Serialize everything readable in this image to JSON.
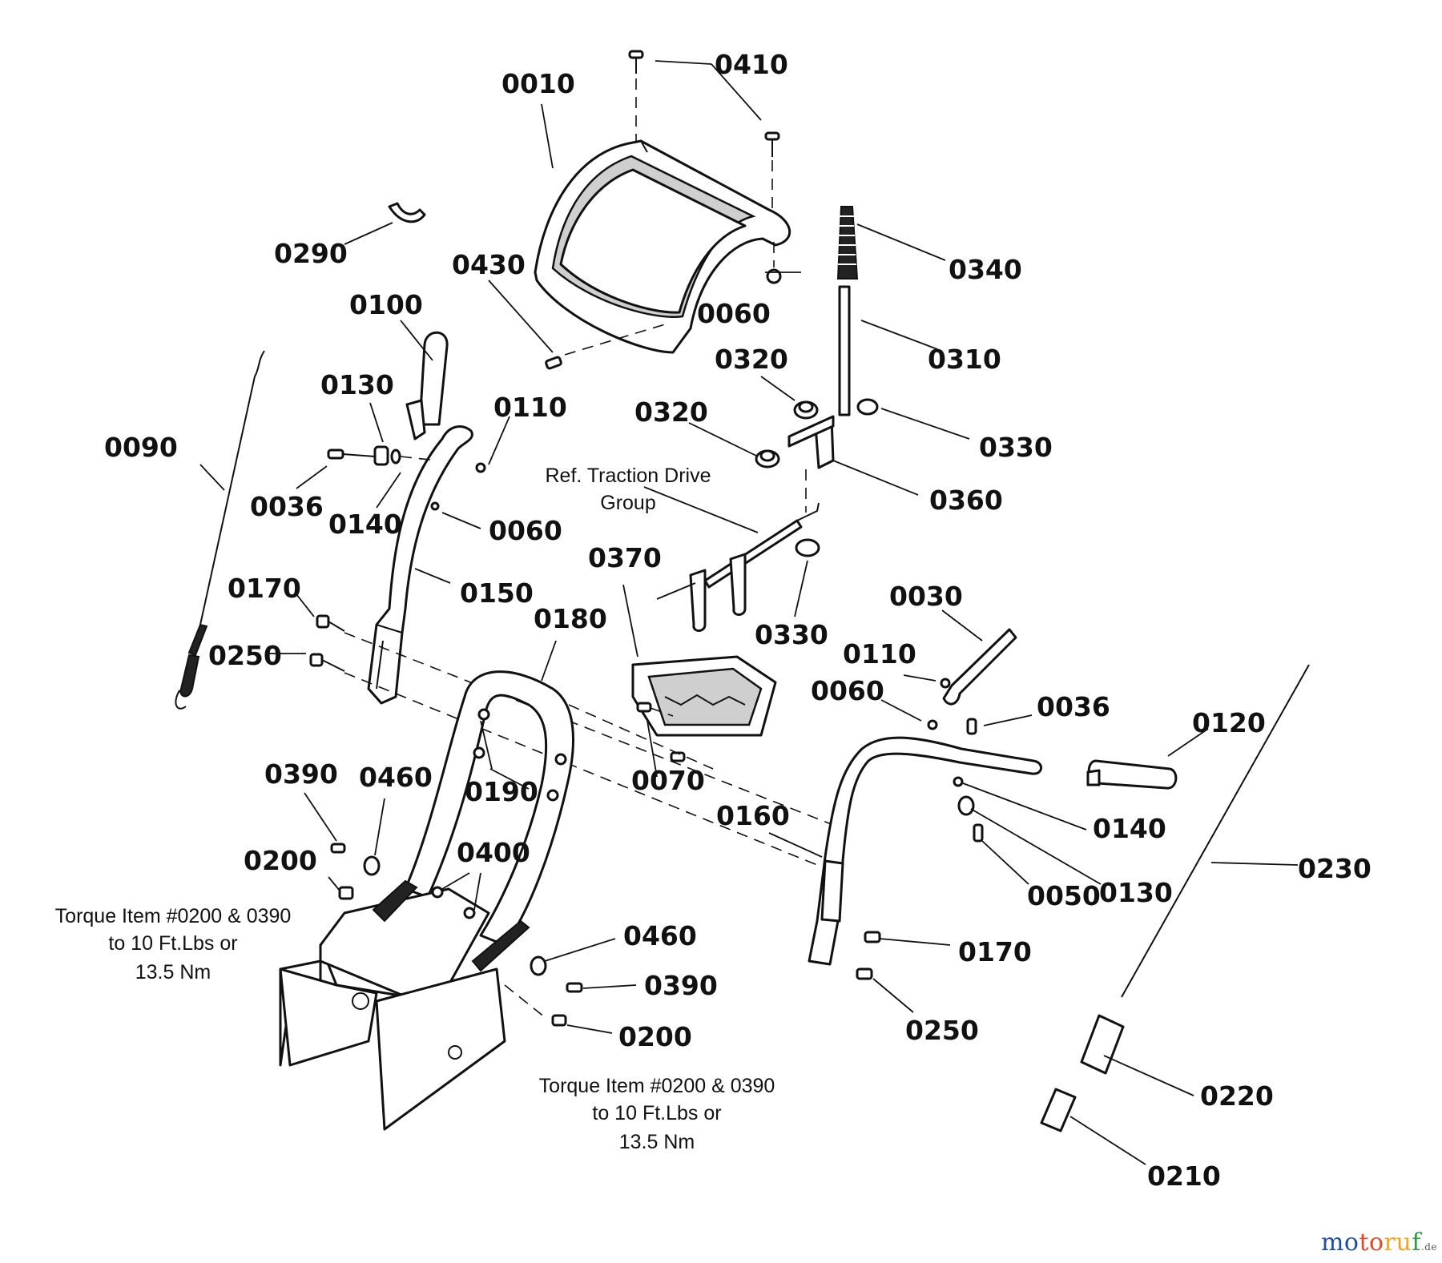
{
  "diagram": {
    "part_labels": [
      "0410",
      "0010",
      "0290",
      "0430",
      "0060",
      "0340",
      "0100",
      "0310",
      "0320",
      "0130",
      "0110",
      "0090",
      "0320",
      "0330",
      "0036",
      "0140",
      "0060",
      "0360",
      "0370",
      "0150",
      "0170",
      "0180",
      "0330",
      "0030",
      "0250",
      "0110",
      "0060",
      "0036",
      "0120",
      "0390",
      "0460",
      "0190",
      "0070",
      "0160",
      "0140",
      "0200",
      "0400",
      "0050",
      "0130",
      "0230",
      "0460",
      "0170",
      "0390",
      "0200",
      "0250",
      "0220",
      "0210"
    ],
    "notes": {
      "ref_traction_line1": "Ref. Traction Drive",
      "ref_traction_line2": "Group",
      "torque_left_line1": "Torque Item #0200 & 0390",
      "torque_left_line2": "to 10 Ft.Lbs or",
      "torque_left_line3": "13.5 Nm",
      "torque_bottom_line1": "Torque Item #0200 & 0390",
      "torque_bottom_line2": "to 10 Ft.Lbs or",
      "torque_bottom_line3": "13.5 Nm"
    }
  },
  "brand": {
    "p1": "mo",
    "p2": "to",
    "p3": "ru",
    "p4": "f",
    "tld": ".de"
  }
}
